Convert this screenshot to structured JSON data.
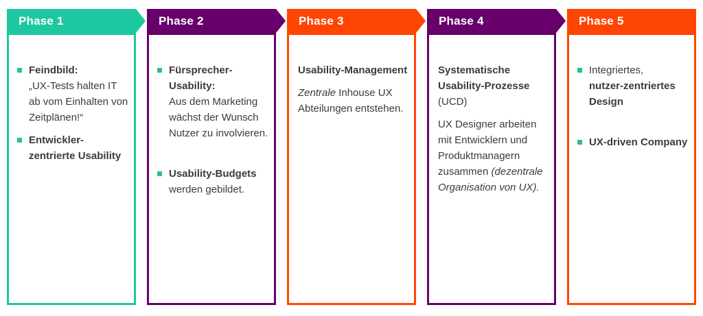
{
  "diagram": {
    "type": "process-phases",
    "language": "de",
    "colors": {
      "teal": "#1DC8A0",
      "purple": "#67006A",
      "orange": "#FF4502",
      "bullet": "#2BBE9E",
      "body_text": "#3B3B3B",
      "header_text": "#FFFFFF",
      "background": "#FFFFFF"
    }
  },
  "phases": [
    {
      "label": "Phase 1",
      "theme_color": "#1DC8A0",
      "items": [
        {
          "type": "bullet",
          "segments": [
            {
              "style": "bold",
              "text": "Feindbild:"
            },
            {
              "style": "normal",
              "text": "„UX-Tests halten IT ab vom Einhalten von Zeitplänen!“"
            }
          ]
        },
        {
          "type": "bullet",
          "segments": [
            {
              "style": "bold",
              "text": "Entwickler-zentrierte Usability"
            }
          ]
        }
      ]
    },
    {
      "label": "Phase 2",
      "theme_color": "#67006A",
      "items": [
        {
          "type": "bullet",
          "segments": [
            {
              "style": "bold",
              "text": "Fürsprecher-Usability:"
            },
            {
              "style": "normal",
              "text": "Aus dem Marketing wächst der Wunsch Nutzer zu involvieren."
            }
          ]
        },
        {
          "type": "bullet",
          "segments": [
            {
              "style": "bold",
              "text": "Usability-Budgets"
            },
            {
              "style": "normal",
              "text": " werden gebildet."
            }
          ]
        }
      ]
    },
    {
      "label": "Phase 3",
      "theme_color": "#FF4502",
      "items": [
        {
          "type": "paragraph",
          "segments": [
            {
              "style": "bold",
              "text": "Usability-Management"
            }
          ]
        },
        {
          "type": "paragraph",
          "segments": [
            {
              "style": "italic",
              "text": "Zentrale"
            },
            {
              "style": "normal",
              "text": " Inhouse UX Abteilungen entstehen."
            }
          ]
        }
      ]
    },
    {
      "label": "Phase 4",
      "theme_color": "#67006A",
      "items": [
        {
          "type": "paragraph",
          "segments": [
            {
              "style": "bold",
              "text": "Systematische Usability-Prozesse"
            },
            {
              "style": "normal",
              "text": " (UCD)"
            }
          ]
        },
        {
          "type": "paragraph",
          "segments": [
            {
              "style": "normal",
              "text": "UX Designer arbeiten mit Entwicklern und Produktmanagern zusammen "
            },
            {
              "style": "italic",
              "text": "(dezentrale Organisation von UX)."
            }
          ]
        }
      ]
    },
    {
      "label": "Phase 5",
      "theme_color": "#FF4502",
      "items": [
        {
          "type": "bullet",
          "segments": [
            {
              "style": "normal",
              "text": "Integriertes,"
            },
            {
              "style": "bold",
              "text": "nutzer-zentriertes Design"
            }
          ]
        },
        {
          "type": "bullet",
          "segments": [
            {
              "style": "bold",
              "text": "UX-driven Company"
            }
          ]
        }
      ]
    }
  ]
}
